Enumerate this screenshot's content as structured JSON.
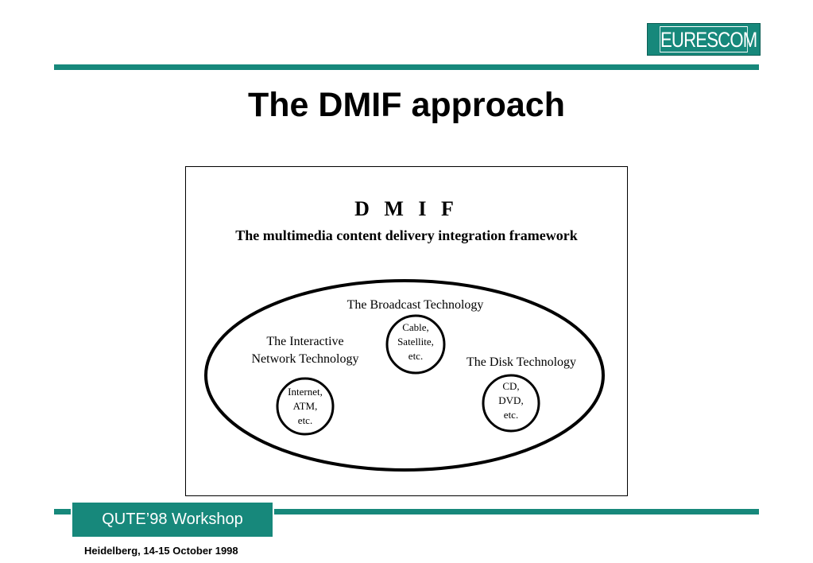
{
  "header": {
    "logo_text": "EURESCOM",
    "title": "The DMIF approach"
  },
  "diagram": {
    "heading": "D M I F",
    "subtitle": "The multimedia content delivery integration framework",
    "broadcast": {
      "label": "The Broadcast Technology",
      "examples": [
        "Cable,",
        "Satellite,",
        "etc."
      ]
    },
    "interactive": {
      "label": [
        "The Interactive",
        "Network Technology"
      ],
      "examples": [
        "Internet,",
        "ATM,",
        "etc."
      ]
    },
    "disk": {
      "label": "The Disk Technology",
      "examples": [
        "CD,",
        "DVD,",
        "etc."
      ]
    }
  },
  "footer": {
    "workshop": "QUTE’98 Workshop",
    "location_date": "Heidelberg, 14-15 October 1998"
  },
  "colors": {
    "brand": "#17887b"
  }
}
